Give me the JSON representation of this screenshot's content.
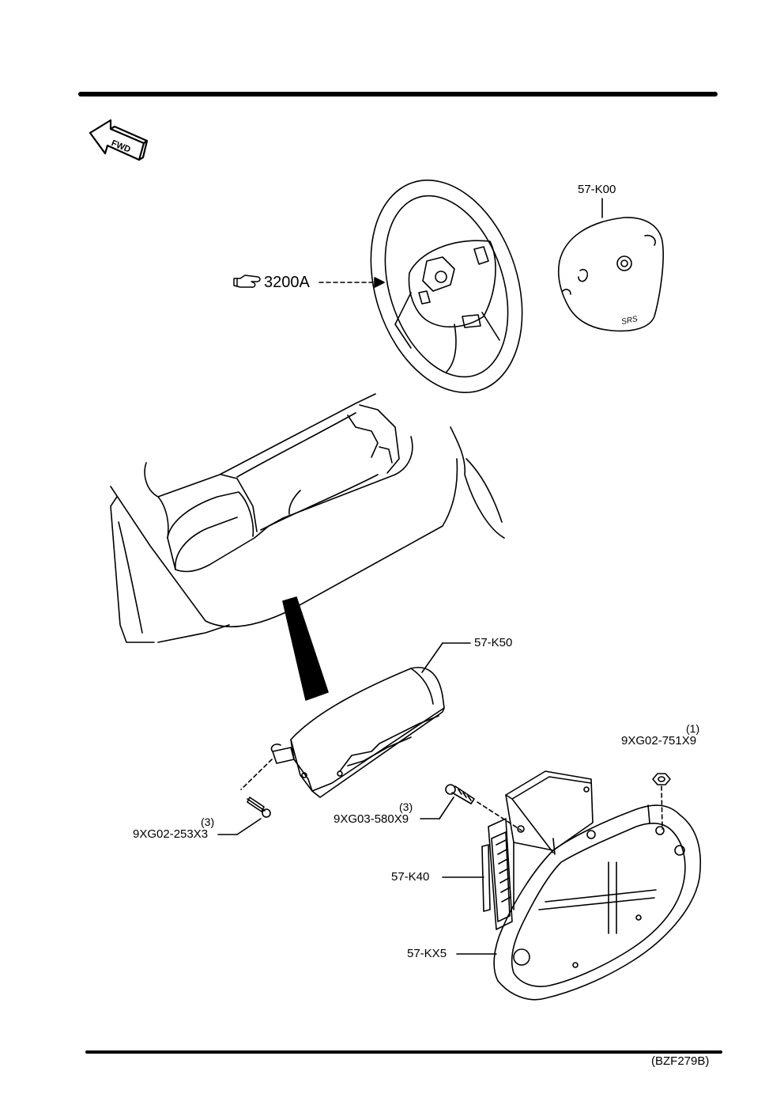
{
  "fwd_label": "FWD",
  "ref_3200A": "3200A",
  "parts": {
    "pad": "57-K00",
    "driver_module": "57-K50",
    "sensor_module": "57-K40",
    "bracket": "57-KX5",
    "nut": {
      "qty": "(1)",
      "code": "9XG02-751X9"
    },
    "bolt": {
      "qty": "(3)",
      "code": "9XG03-580X9"
    },
    "screw": {
      "qty": "(3)",
      "code": "9XG02-253X3"
    }
  },
  "diagram_code": "(BZF279B)"
}
